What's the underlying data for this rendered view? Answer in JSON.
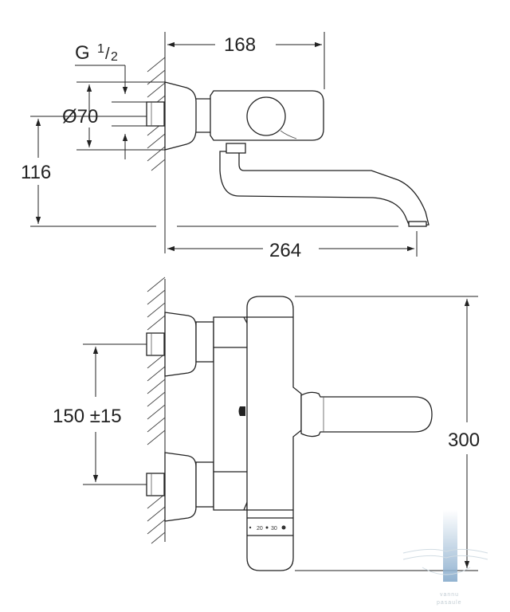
{
  "top_view": {
    "thread_label": "G",
    "thread_fraction_num": "1",
    "thread_fraction_den": "2",
    "diameter_label": "Ø70",
    "height_label": "116",
    "depth_label": "168",
    "spout_reach_label": "264"
  },
  "front_view": {
    "spacing_label": "150 ±15",
    "height_label": "300",
    "dial_markings": [
      "20",
      "30"
    ]
  },
  "watermark": {
    "line1": "vannu",
    "line2": "pasaule"
  }
}
